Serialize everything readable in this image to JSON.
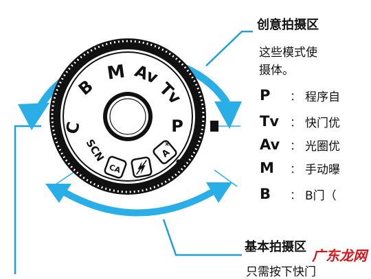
{
  "creative_zone": {
    "title": "创意拍摄区",
    "description_line1": "这些模式使",
    "description_line2": "摄体。",
    "modes": [
      {
        "letter": "P",
        "text": "程序自"
      },
      {
        "letter": "Tv",
        "text": "快门优"
      },
      {
        "letter": "Av",
        "text": "光圈优"
      },
      {
        "letter": "M",
        "text": "手动曝"
      },
      {
        "letter": "B",
        "text": "B门（"
      }
    ]
  },
  "basic_zone": {
    "title": "基本拍摄区",
    "description": "只需按下快门"
  },
  "dial": {
    "labels": [
      "M",
      "Av",
      "Tv",
      "P",
      "B",
      "C",
      "SCN"
    ],
    "colors": {
      "arrow": "#29aee8",
      "dial": "#111111",
      "line": "#1d9fd8"
    }
  },
  "watermark": "广东龙网"
}
